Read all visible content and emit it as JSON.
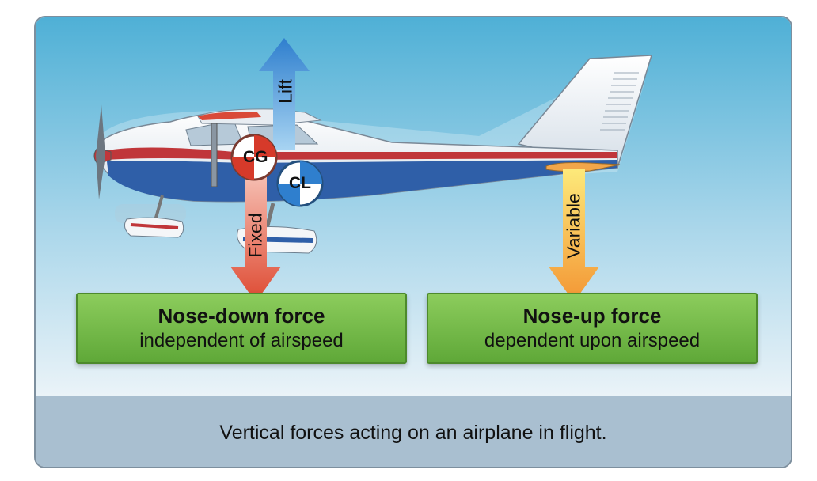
{
  "labels": {
    "lift": "Lift",
    "fixed": "Fixed",
    "variable": "Variable",
    "cg": "CG",
    "cl": "CL"
  },
  "boxes": {
    "left": {
      "heading": "Nose-down force",
      "sub": "independent of airspeed"
    },
    "right": {
      "heading": "Nose-up force",
      "sub": "dependent upon airspeed"
    }
  },
  "caption": "Vertical forces acting on an airplane in flight.",
  "colors": {
    "sky_top": "#5ab4d8",
    "sky_bottom": "#dcecf4",
    "lift_arrow": "#3f8fd6",
    "fixed_arrow": "#e0553c",
    "variable_arrow": "#f3a23a",
    "box_green": "#74bb48",
    "caption_bar": "#a9bfd0"
  }
}
